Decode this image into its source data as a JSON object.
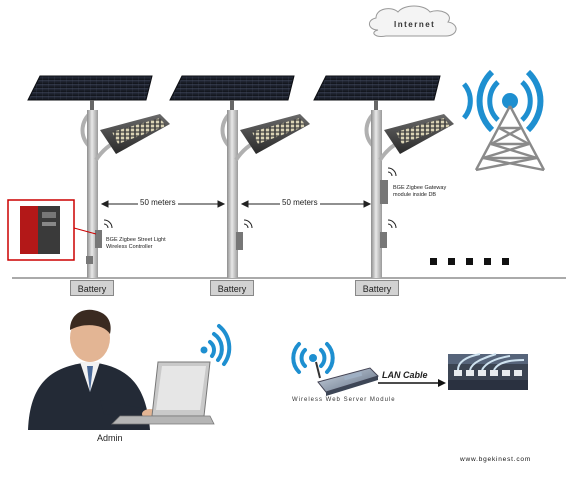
{
  "cloud_label": "Internet",
  "distance_labels": [
    "50 meters",
    "50 meters"
  ],
  "battery_label": "Battery",
  "controller_label_1": "BGE Zigbee Street Light",
  "controller_label_2": "Wireless Controller",
  "gateway_label_1": "BGE Zigbee Gateway",
  "gateway_label_2": "module inside DB",
  "lan_label": "LAN Cable",
  "server_label": "Wireless Web Server Module",
  "admin_label": "Admin",
  "watermark": "www.bgekinest.com",
  "continuation_marks": ". . . . .",
  "colors": {
    "panel": "#1b1f2a",
    "pole": "#c8c8c8",
    "wifi": "#1e8fd0",
    "battery": "#d2d2d2"
  }
}
